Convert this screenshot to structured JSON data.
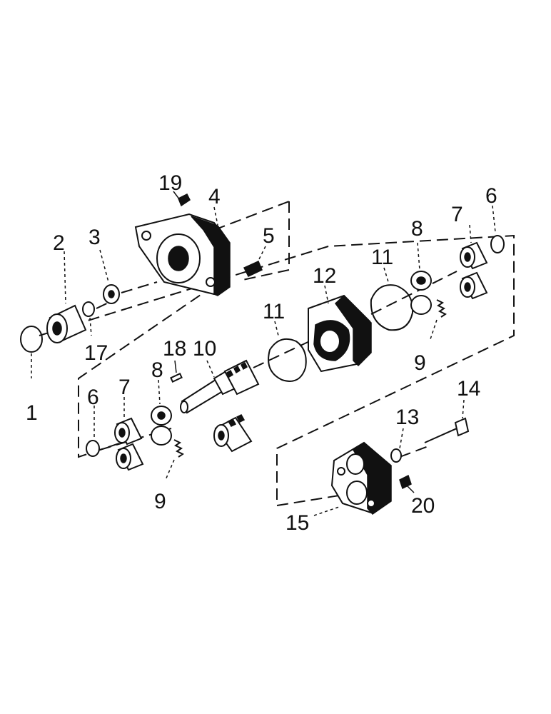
{
  "labels": {
    "l1": "1",
    "l2": "2",
    "l3": "3",
    "l4": "4",
    "l5": "5",
    "l6a": "6",
    "l6b": "6",
    "l7a": "7",
    "l7b": "7",
    "l8a": "8",
    "l8b": "8",
    "l9a": "9",
    "l9b": "9",
    "l10": "10",
    "l11a": "11",
    "l11b": "11",
    "l12": "12",
    "l13": "13",
    "l14": "14",
    "l15": "15",
    "l17": "17",
    "l18": "18",
    "l19": "19",
    "l20": "20"
  }
}
